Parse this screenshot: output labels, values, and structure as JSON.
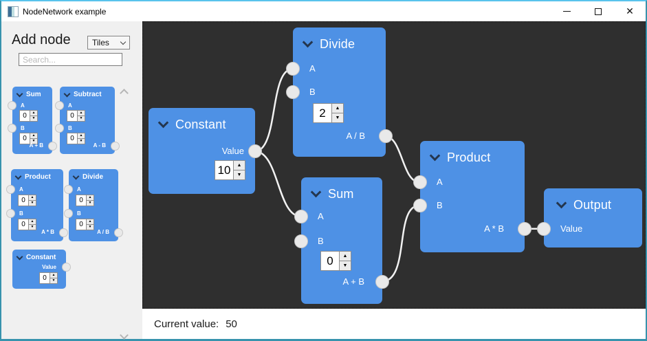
{
  "titlebar": {
    "title": "NodeNetwork example",
    "close": "✕"
  },
  "sidebar": {
    "heading": "Add node",
    "view_mode": "Tiles",
    "search_placeholder": "Search...",
    "tiles": [
      {
        "title": "Sum",
        "port_a": "A",
        "port_b": "B",
        "value_a": "0",
        "value_b": "0",
        "output": "A + B"
      },
      {
        "title": "Subtract",
        "port_a": "A",
        "port_b": "B",
        "value_a": "0",
        "value_b": "0",
        "output": "A - B"
      },
      {
        "title": "Product",
        "port_a": "A",
        "port_b": "B",
        "value_a": "0",
        "value_b": "0",
        "output": "A * B"
      },
      {
        "title": "Divide",
        "port_a": "A",
        "port_b": "B",
        "value_a": "0",
        "value_b": "0",
        "output": "A / B"
      },
      {
        "title": "Constant",
        "output_label": "Value",
        "value": "0"
      }
    ]
  },
  "canvas": {
    "nodes": {
      "constant": {
        "title": "Constant",
        "output_label": "Value",
        "value": "10"
      },
      "divide": {
        "title": "Divide",
        "port_a": "A",
        "port_b": "B",
        "value_b": "2",
        "output": "A / B"
      },
      "sum": {
        "title": "Sum",
        "port_a": "A",
        "port_b": "B",
        "value_b": "0",
        "output": "A + B"
      },
      "product": {
        "title": "Product",
        "port_a": "A",
        "port_b": "B",
        "output": "A * B"
      },
      "output": {
        "title": "Output",
        "input_label": "Value"
      }
    }
  },
  "statusbar": {
    "label": "Current value:",
    "value": "50"
  },
  "icons": {
    "spinner_up": "▲",
    "spinner_down": "▼"
  },
  "colors": {
    "node": "#4E91E5",
    "canvas": "#2F2F2F",
    "wire": "#F2F2F2",
    "accent_border": "#3793AD",
    "accent_top": "#58C3EC"
  }
}
